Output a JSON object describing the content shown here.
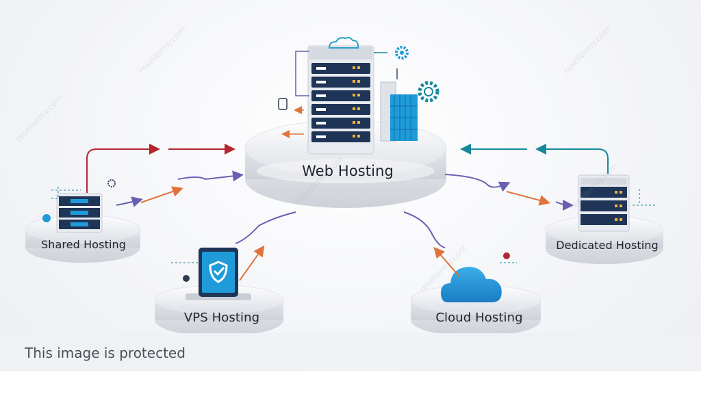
{
  "nodes": {
    "center": {
      "label": "Web Hosting"
    },
    "shared": {
      "label": "Shared Hosting"
    },
    "dedicated": {
      "label": "Dedicated Hosting"
    },
    "vps": {
      "label": "VPS Hosting"
    },
    "cloud": {
      "label": "Cloud Hosting"
    }
  },
  "watermark": {
    "text": "resellermy.com"
  },
  "banner": {
    "text": "This image is protected"
  },
  "colors": {
    "server_dark": "#1f3557",
    "accent_blue": "#1e9bd8",
    "arrow_red": "#b3262f",
    "arrow_teal": "#17889a",
    "arrow_orange": "#e0733b",
    "arrow_purple": "#6a5fb0",
    "platform": "#eef0f3"
  },
  "icons": [
    "server-rack-icon",
    "cloud-icon",
    "gear-icon",
    "building-icon",
    "tablet-shield-icon",
    "alert-icon"
  ]
}
